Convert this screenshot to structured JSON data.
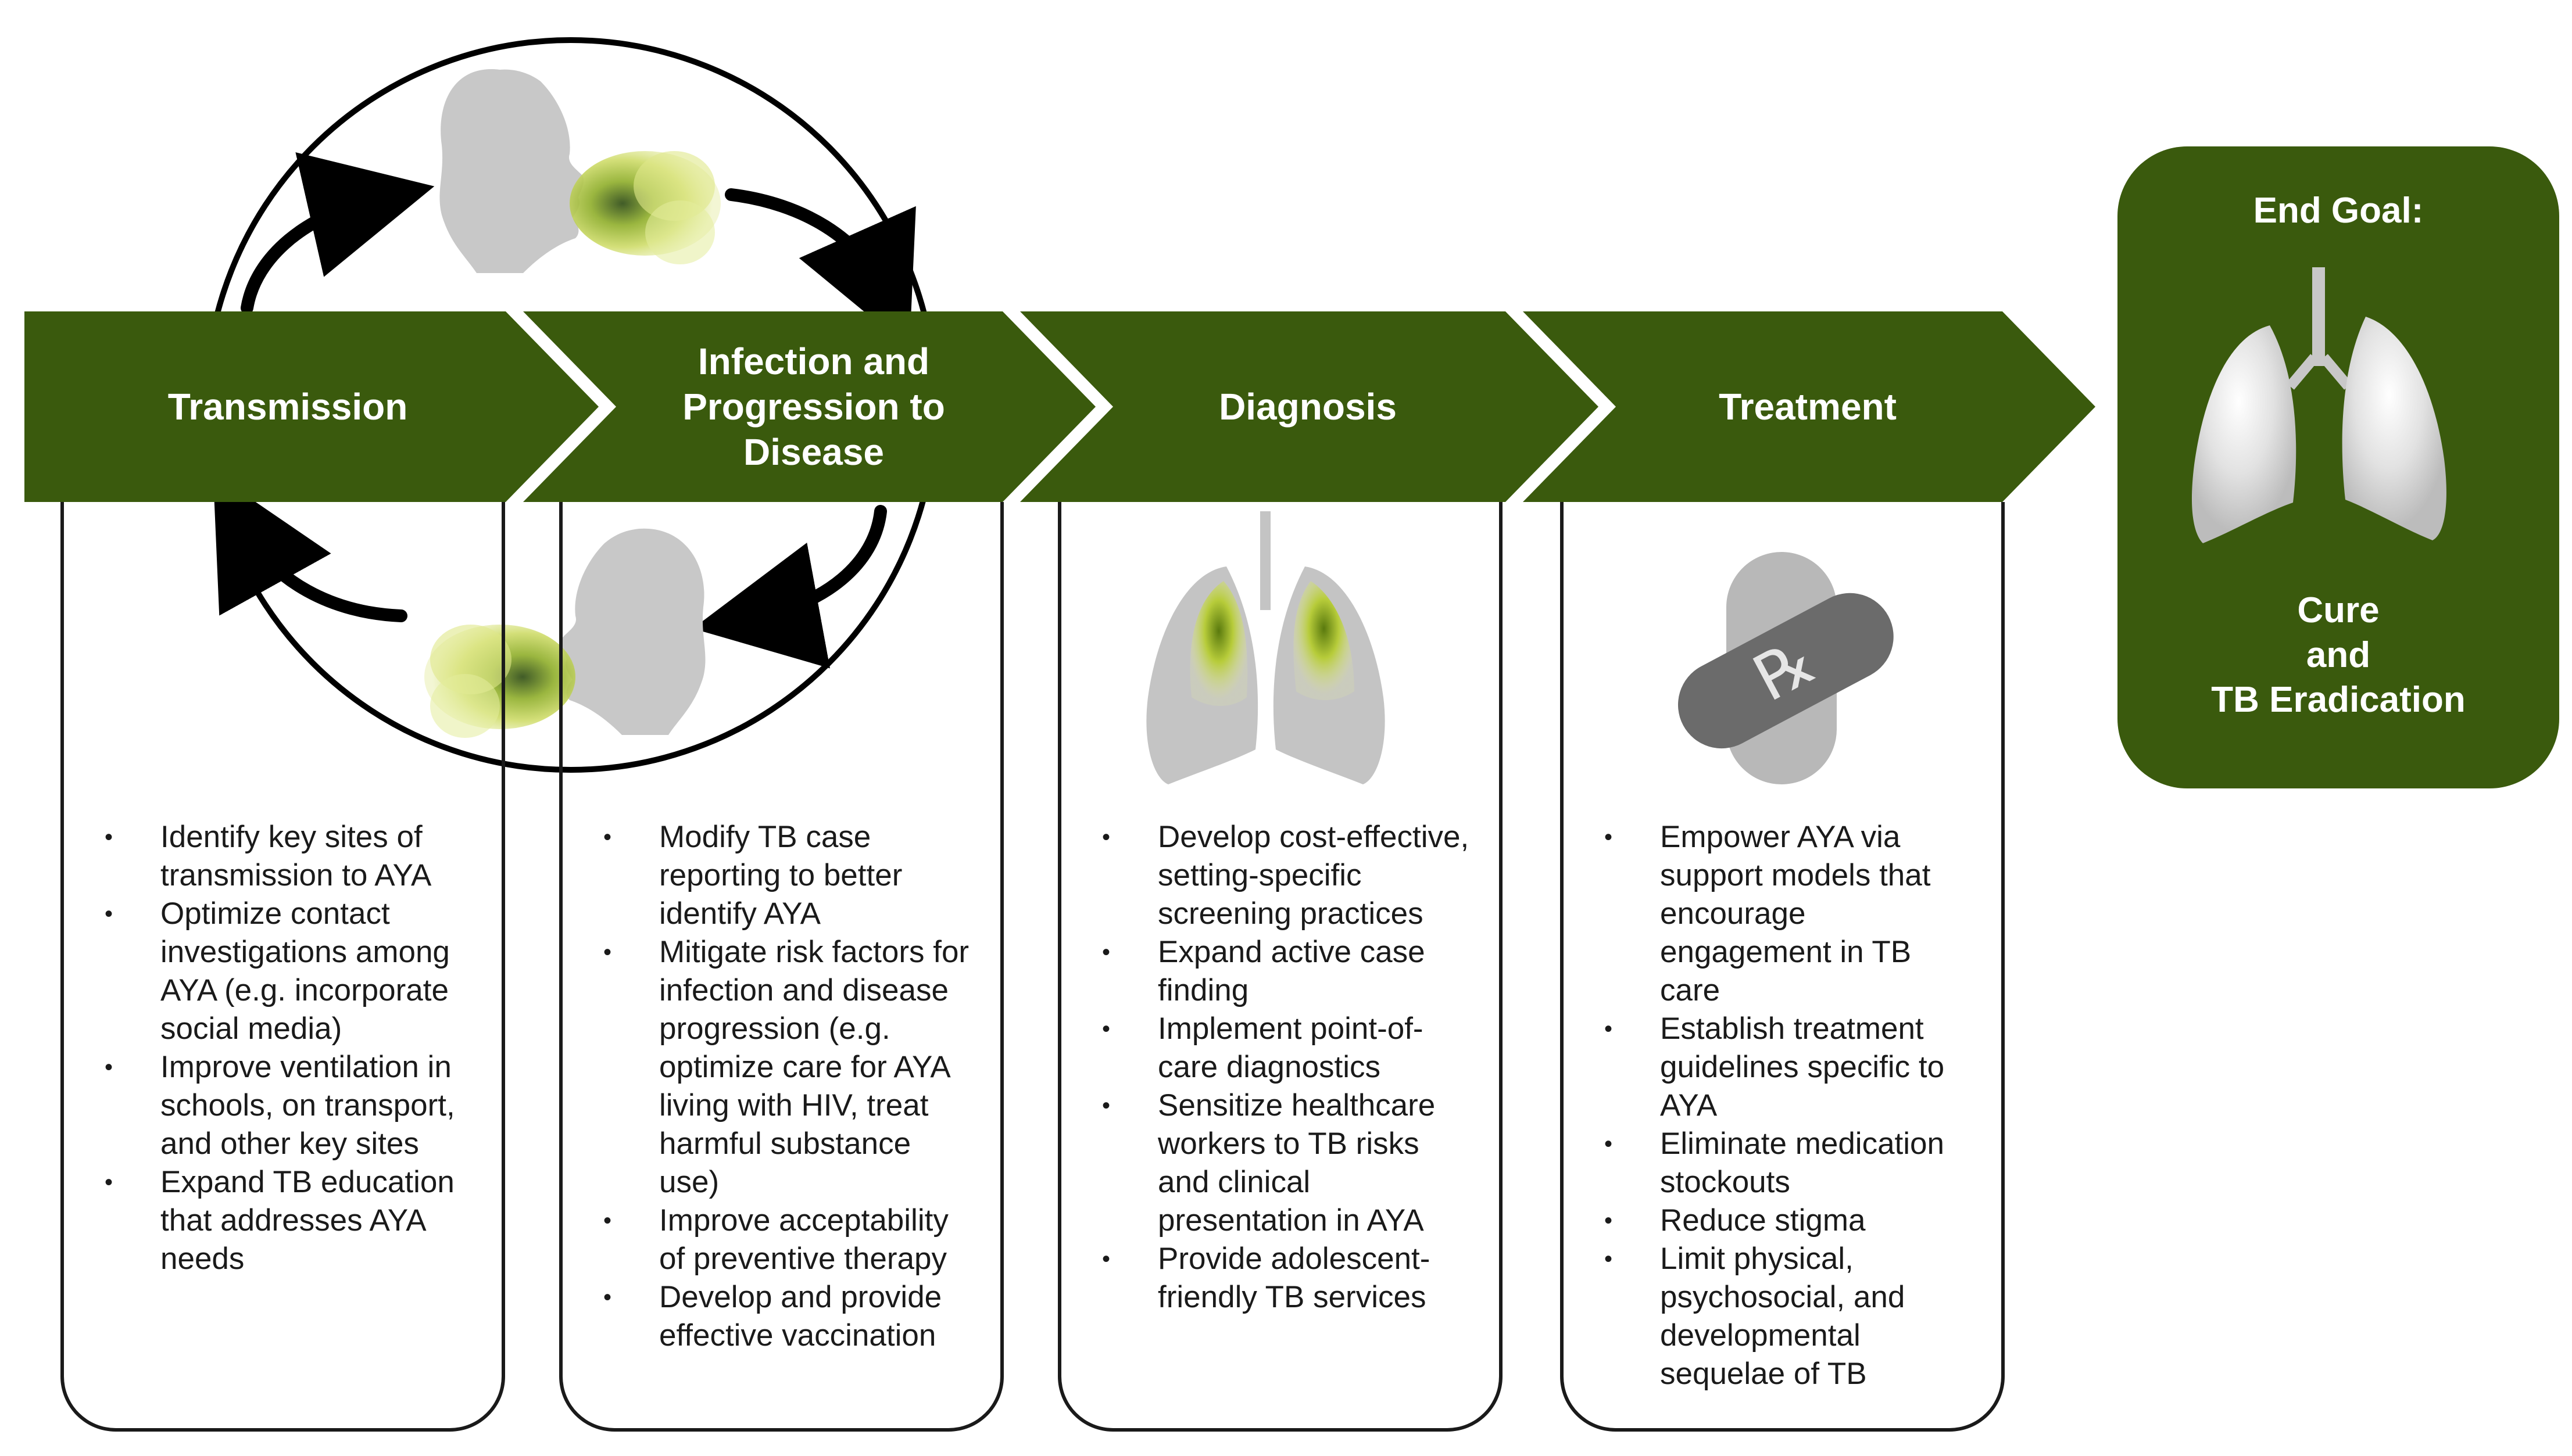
{
  "colors": {
    "primary_green": "#3a5a0d",
    "outline": "#1a1a1a",
    "silhouette": "#c8c8c8",
    "infection_yellow": "#d4e06a"
  },
  "stages": [
    {
      "title": "Transmission"
    },
    {
      "title": "Infection and Progression to Disease"
    },
    {
      "title": "Diagnosis"
    },
    {
      "title": "Treatment"
    }
  ],
  "goal": {
    "heading": "End Goal:",
    "line1": "Cure",
    "line2": "and",
    "line3": "TB Eradication"
  },
  "icons": [
    "head-silhouette-icon",
    "cough-cloud-icon",
    "cycle-arrow-icon",
    "infected-lungs-icon",
    "rx-pill-icon",
    "healthy-lungs-icon"
  ],
  "rx_symbol": "℞",
  "actions": [
    {
      "stage": "Transmission",
      "items": [
        "Identify key sites of transmission to AYA",
        "Optimize contact investigations among AYA (e.g. incorporate social media)",
        "Improve ventilation in schools, on transport, and other key sites",
        "Expand TB education that addresses AYA needs"
      ]
    },
    {
      "stage": "Infection and Progression to Disease",
      "items": [
        "Modify TB case reporting to better identify AYA",
        "Mitigate risk factors for infection and disease progression (e.g. optimize care for AYA living with HIV, treat harmful substance use)",
        "Improve acceptability of preventive therapy",
        "Develop and provide effective vaccination"
      ]
    },
    {
      "stage": "Diagnosis",
      "items": [
        "Develop cost-effective, setting-specific screening practices",
        "Expand active case finding",
        "Implement point-of-care diagnostics",
        "Sensitize healthcare workers to TB risks and clinical presentation in AYA",
        "Provide adolescent-friendly TB services"
      ]
    },
    {
      "stage": "Treatment",
      "items": [
        "Empower AYA via support models that encourage engagement in TB care",
        "Establish treatment guidelines specific to AYA",
        "Eliminate medication stockouts",
        "Reduce stigma",
        "Limit physical, psychosocial, and developmental sequelae of TB"
      ]
    }
  ]
}
